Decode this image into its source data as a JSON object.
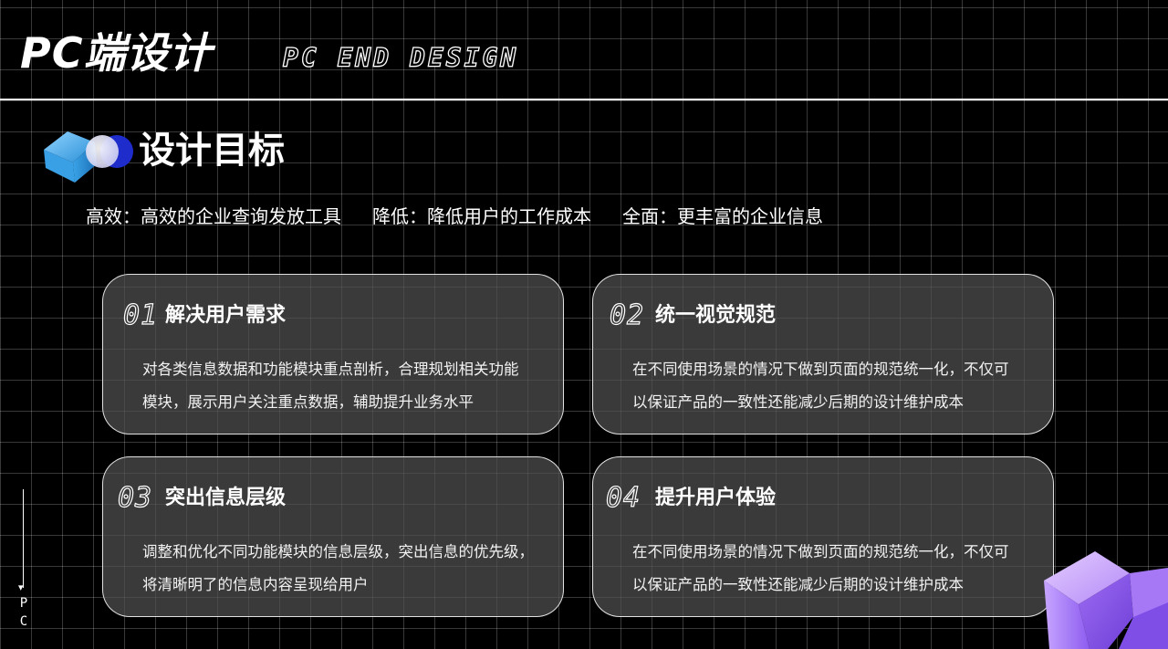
{
  "header": {
    "title": "PC端设计",
    "subtitle": "PC END DESIGN"
  },
  "section": {
    "title": "设计目标",
    "goals": [
      "高效：高效的企业查询发放工具",
      "降低：降低用户的工作成本",
      "全面：更丰富的企业信息"
    ]
  },
  "cards": [
    {
      "num": "01",
      "title": "解决用户需求",
      "lines": [
        "对各类信息数据和功能模块重点剖析，合理规划相关功能",
        "模块，展示用户关注重点数据，辅助提升业务水平"
      ]
    },
    {
      "num": "02",
      "title": "统一视觉规范",
      "lines": [
        "在不同使用场景的情况下做到页面的规范统一化，不仅可",
        "以保证产品的一致性还能减少后期的设计维护成本"
      ]
    },
    {
      "num": "03",
      "title": "突出信息层级",
      "lines": [
        "调整和优化不同功能模块的信息层级，突出信息的优先级，",
        "将清晰明了的信息内容呈现给用户"
      ]
    },
    {
      "num": "04",
      "title": "提升用户体验",
      "lines": [
        "在不同使用场景的情况下做到页面的规范统一化，不仅可",
        "以保证产品的一致性还能减少后期的设计维护成本"
      ]
    }
  ],
  "side": {
    "label_p": "P",
    "label_c": "C"
  },
  "colors": {
    "background": "#000000",
    "accent_blue": "#5fb7f0",
    "accent_purple": "#9b6cf0",
    "card_fill": "#505050"
  },
  "icons": {
    "logo": "blue-cube-logo-icon",
    "decoration": "purple-cube-decoration-icon",
    "arrow": "arrow-down-icon"
  }
}
